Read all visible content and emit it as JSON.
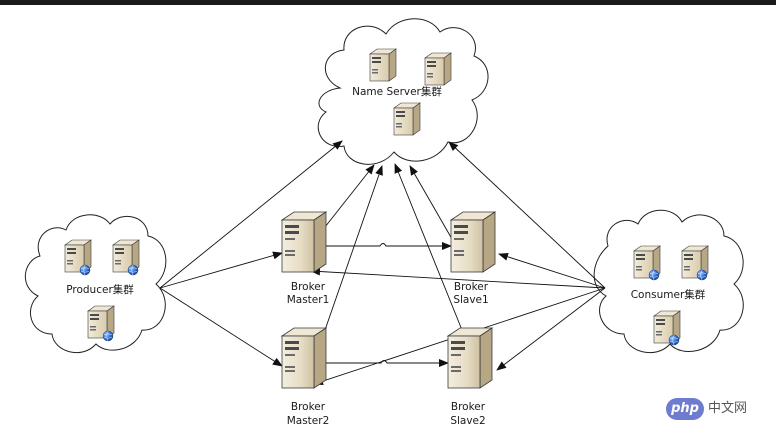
{
  "clusters": {
    "name_server": {
      "label": "Name Server集群"
    },
    "producer": {
      "label": "Producer集群"
    },
    "consumer": {
      "label": "Consumer集群"
    }
  },
  "brokers": {
    "master1": {
      "line1": "Broker",
      "line2": "Master1"
    },
    "slave1": {
      "line1": "Broker",
      "line2": "Slave1"
    },
    "master2": {
      "line1": "Broker",
      "line2": "Master2"
    },
    "slave2": {
      "line1": "Broker",
      "line2": "Slave2"
    }
  },
  "watermark": {
    "brand": "php",
    "text": "中文网"
  },
  "colors": {
    "server_body": "#e6dcc4",
    "server_dark": "#b7a785",
    "globe": "#2f6fd0",
    "arrow": "#111111"
  },
  "icons": [
    "server-icon",
    "globe-icon",
    "cloud-icon",
    "arrow-icon"
  ]
}
